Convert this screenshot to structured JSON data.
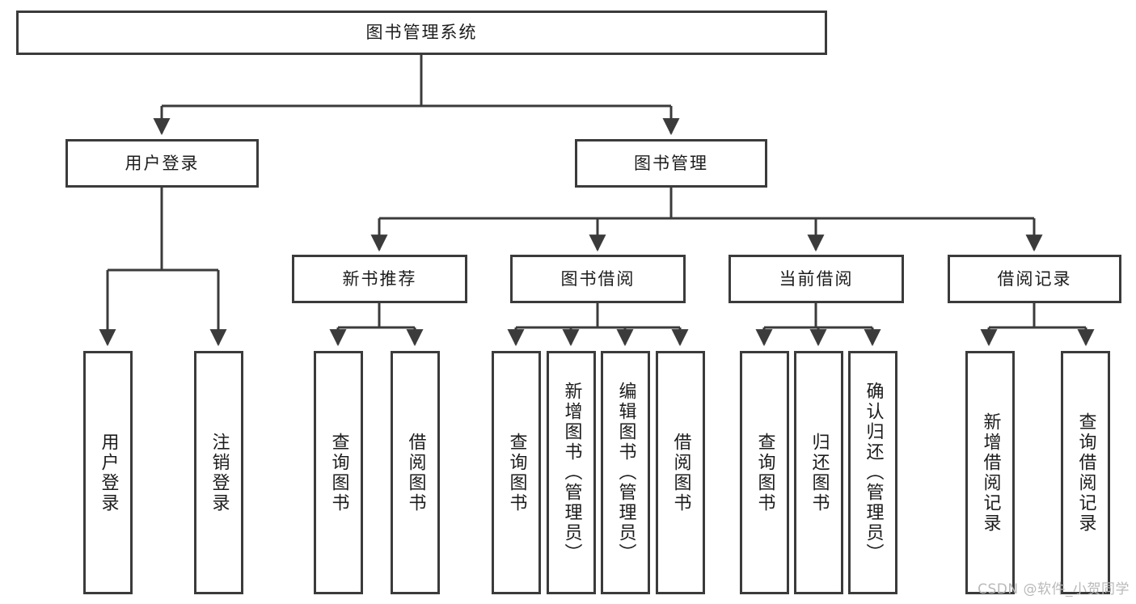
{
  "diagram": {
    "type": "tree-hierarchy",
    "root": {
      "id": "root",
      "label": "图书管理系统"
    },
    "level2": [
      {
        "id": "login",
        "label": "用户登录"
      },
      {
        "id": "bookmgmt",
        "label": "图书管理"
      }
    ],
    "level3": [
      {
        "id": "newbook",
        "label": "新书推荐",
        "parent": "bookmgmt"
      },
      {
        "id": "borrow",
        "label": "图书借阅",
        "parent": "bookmgmt"
      },
      {
        "id": "current",
        "label": "当前借阅",
        "parent": "bookmgmt"
      },
      {
        "id": "record",
        "label": "借阅记录",
        "parent": "bookmgmt"
      }
    ],
    "leaves": [
      {
        "id": "leaf-user-login",
        "label": "用户登录",
        "parent": "login"
      },
      {
        "id": "leaf-user-logout",
        "label": "注销登录",
        "parent": "login"
      },
      {
        "id": "leaf-newbook-query",
        "label": "查询图书",
        "parent": "newbook"
      },
      {
        "id": "leaf-newbook-borrow",
        "label": "借阅图书",
        "parent": "newbook"
      },
      {
        "id": "leaf-borrow-query",
        "label": "查询图书",
        "parent": "borrow"
      },
      {
        "id": "leaf-borrow-add",
        "label": "新增图书（管理员）",
        "parent": "borrow"
      },
      {
        "id": "leaf-borrow-edit",
        "label": "编辑图书（管理员）",
        "parent": "borrow"
      },
      {
        "id": "leaf-borrow-lend",
        "label": "借阅图书",
        "parent": "borrow"
      },
      {
        "id": "leaf-current-query",
        "label": "查询图书",
        "parent": "current"
      },
      {
        "id": "leaf-current-return",
        "label": "归还图书",
        "parent": "current"
      },
      {
        "id": "leaf-current-confirm",
        "label": "确认归还（管理员）",
        "parent": "current"
      },
      {
        "id": "leaf-record-add",
        "label": "新增借阅记录",
        "parent": "record"
      },
      {
        "id": "leaf-record-query",
        "label": "查询借阅记录",
        "parent": "record"
      }
    ],
    "watermark": "CSDN @软件_小贺同学",
    "colors": {
      "stroke": "#3b3b3b",
      "fill": "#ffffff",
      "text": "#1c1c1c",
      "watermark": "#b9b9b9",
      "background": "#ffffff"
    }
  }
}
